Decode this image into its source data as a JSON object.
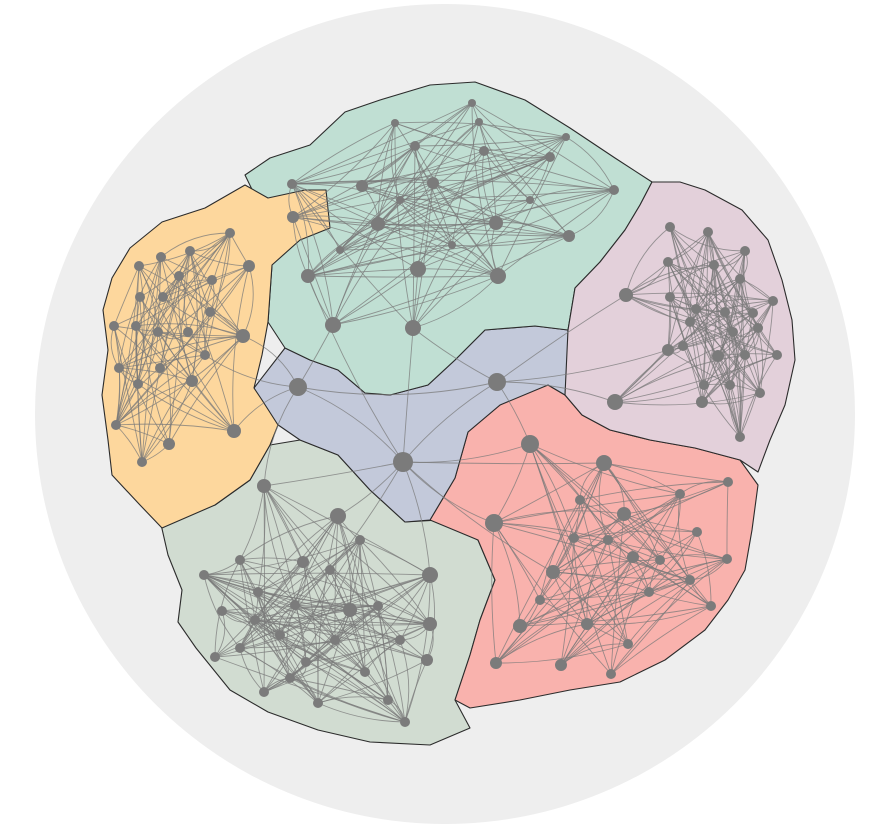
{
  "diagram": {
    "type": "clustered-network-map",
    "background_color": "#eeeeee",
    "node_color": "#7b7b7b",
    "edge_color": "#7a7a7a",
    "clusters": [
      {
        "id": "teal-top",
        "color": "#c0dfd3",
        "node_count": 24
      },
      {
        "id": "orange-left",
        "color": "#fdd79d",
        "node_count": 24
      },
      {
        "id": "mauve-right",
        "color": "#e3d0da",
        "node_count": 26
      },
      {
        "id": "blue-center",
        "color": "#c3c9da",
        "node_count": 3
      },
      {
        "id": "red-bottom-right",
        "color": "#f9b2ad",
        "node_count": 24
      },
      {
        "id": "sage-bottom-left",
        "color": "#d1dcd1",
        "node_count": 28
      }
    ]
  }
}
